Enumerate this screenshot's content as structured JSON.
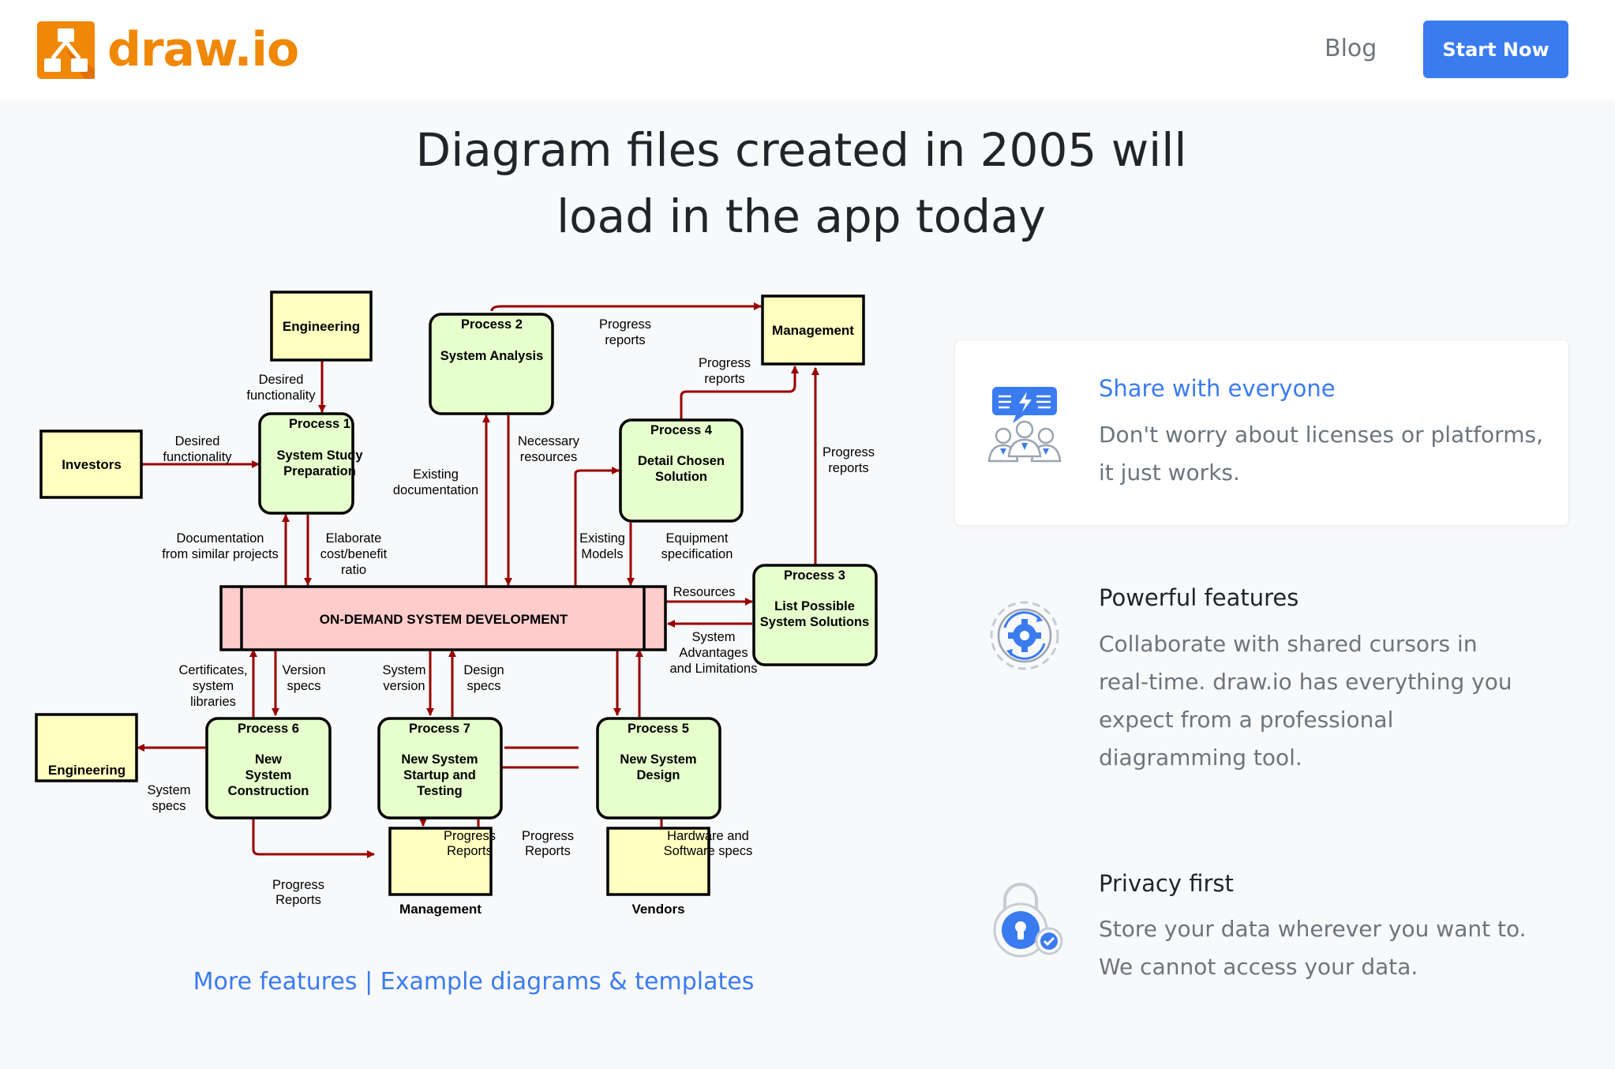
{
  "header": {
    "brand": "draw.io",
    "nav_blog": "Blog",
    "cta_label": "Start Now"
  },
  "headline": {
    "line1": "Diagram files created in 2005 will",
    "line2": "load in the app today"
  },
  "diagram": {
    "entities": {
      "engineering_top": "Engineering",
      "investors": "Investors",
      "management_top": "Management",
      "engineering_left": "Engineering",
      "management_bottom": "Management",
      "vendors": "Vendors"
    },
    "processes": {
      "p1": {
        "num": "Process 1",
        "line1": "System Study",
        "line2": "Preparation"
      },
      "p2": {
        "num": "Process 2",
        "line1": "System Analysis"
      },
      "p3": {
        "num": "Process 3",
        "line1": "List Possible",
        "line2": "System Solutions"
      },
      "p4": {
        "num": "Process 4",
        "line1": "Detail Chosen",
        "line2": "Solution"
      },
      "p5": {
        "num": "Process 5",
        "line1": "New System",
        "line2": "Design"
      },
      "p6": {
        "num": "Process 6",
        "line1": "New",
        "line2": "System",
        "line3": "Construction"
      },
      "p7": {
        "num": "Process 7",
        "line1": "New System",
        "line2": "Startup and",
        "line3": "Testing"
      }
    },
    "datastore": "ON-DEMAND SYSTEM DEVELOPMENT",
    "labels": {
      "desired_func_1a": "Desired",
      "desired_func_1b": "functionality",
      "desired_func_2a": "Desired",
      "desired_func_2b": "functionality",
      "progress_reports_1a": "Progress",
      "progress_reports_1b": "reports",
      "progress_reports_2a": "Progress",
      "progress_reports_2b": "reports",
      "progress_reports_3a": "Progress",
      "progress_reports_3b": "reports",
      "necessary_a": "Necessary",
      "necessary_b": "resources",
      "existing_doc_a": "Existing",
      "existing_doc_b": "documentation",
      "doc_similar_a": "Documentation",
      "doc_similar_b": "from similar projects",
      "elaborate_a": "Elaborate",
      "elaborate_b": "cost/benefit",
      "elaborate_c": "ratio",
      "existing_models_a": "Existing",
      "existing_models_b": "Models",
      "equipment_a": "Equipment",
      "equipment_b": "specification",
      "resources": "Resources",
      "sys_adv_a": "System",
      "sys_adv_b": "Advantages",
      "sys_adv_c": "and Limitations",
      "certificates_a": "Certificates,",
      "certificates_b": "system",
      "certificates_c": "libraries",
      "version_specs_a": "Version",
      "version_specs_b": "specs",
      "system_version_a": "System",
      "system_version_b": "version",
      "design_specs_a": "Design",
      "design_specs_b": "specs",
      "system_specs_a": "System",
      "system_specs_b": "specs",
      "progress_R1a": "Progress",
      "progress_R1b": "Reports",
      "progress_R2a": "Progress",
      "progress_R2b": "Reports",
      "progress_R3a": "Progress",
      "progress_R3b": "Reports",
      "hardware_a": "Hardware and",
      "hardware_b": "Software specs"
    }
  },
  "links": {
    "more_features": "More features",
    "separator": "|",
    "examples": "Example diagrams & templates"
  },
  "features": [
    {
      "title": "Share with everyone",
      "icon": "share-people-icon",
      "text_line1": "Don't worry about licenses or platforms,",
      "text_line2": "it just works."
    },
    {
      "title": "Powerful features",
      "icon": "gear-sync-icon",
      "text_line1": "Collaborate with shared cursors in",
      "text_line2": "real-time. draw.io has everything you",
      "text_line3": "expect from a professional",
      "text_line4": "diagramming tool."
    },
    {
      "title": "Privacy first",
      "icon": "padlock-check-icon",
      "text_line1": "Store your data wherever you want to.",
      "text_line2": "We cannot access your data."
    }
  ],
  "colors": {
    "brand_orange": "#f08705",
    "accent_blue": "#3a7bf0",
    "entity_fill": "#ffffc0",
    "process_fill": "#e6ffcc",
    "datastore_fill": "#ffcccc",
    "flow_arrow": "#990000"
  }
}
